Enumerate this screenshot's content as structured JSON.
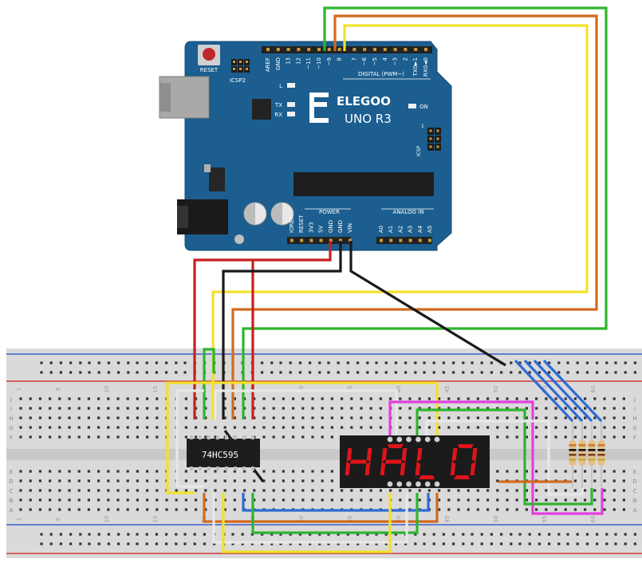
{
  "board": {
    "brand": "ELEGOO",
    "model": "UNO R3",
    "reset_label": "RESET",
    "icsp2_label": "ICSP2",
    "icsp_label": "ICSP",
    "icsp_pin1": "1",
    "digital_label": "DIGITAL (PWM~)",
    "power_label": "POWER",
    "analog_label": "ANALOG IN",
    "on_label": "ON",
    "l_label": "L",
    "tx_label": "TX",
    "rx_label": "RX",
    "digital_pins": [
      "AREF",
      "GND",
      "13",
      "12",
      "~11",
      "~10",
      "~9",
      "8",
      "7",
      "~6",
      "~5",
      "4",
      "~3",
      "2",
      "TX0►1",
      "RX0◄0"
    ],
    "power_pins": [
      "IOREF",
      "RESET",
      "3V3",
      "5V",
      "GND",
      "GND",
      "VIN"
    ],
    "analog_pins": [
      "A0",
      "A1",
      "A2",
      "A3",
      "A4",
      "A5"
    ]
  },
  "chip": {
    "label": "74HC595"
  },
  "display": {
    "characters": [
      "H",
      "A",
      "L",
      "0"
    ],
    "segment_color": "#e0141a"
  },
  "breadboard": {
    "row_letters_top": [
      "J",
      "I",
      "H",
      "G",
      "F"
    ],
    "row_letters_bottom": [
      "E",
      "D",
      "C",
      "B",
      "A"
    ],
    "column_numbers": [
      "1",
      "5",
      "10",
      "15",
      "20",
      "25",
      "30",
      "35",
      "40",
      "45",
      "50",
      "55",
      "60"
    ]
  },
  "colors": {
    "board": "#1b5e8f",
    "wire_green": "#2db52d",
    "wire_orange": "#d26a1e",
    "wire_yellow": "#f2e12a",
    "wire_red": "#c81f1f",
    "wire_black": "#1a1a1a",
    "wire_blue": "#2f6bd6",
    "wire_white": "#e8e8e8",
    "wire_magenta": "#e43fe0"
  }
}
